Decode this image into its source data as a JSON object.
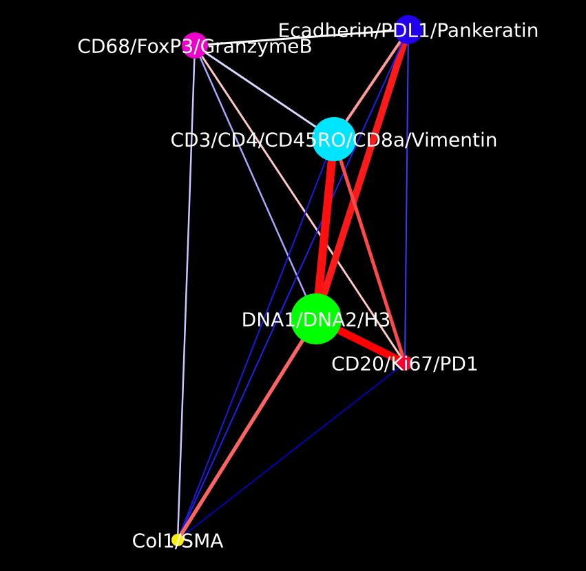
{
  "graph": {
    "background": "#000000",
    "label_color": "#ffffff",
    "nodes": [
      {
        "id": "ecad",
        "label": "Ecadherin/PDL1/Pankeratin",
        "color": "#2200ee"
      },
      {
        "id": "cd68",
        "label": "CD68/FoxP3/GranzymeB",
        "color": "#ee00cc"
      },
      {
        "id": "cd3",
        "label": "CD3/CD4/CD45RO/CD8a/Vimentin",
        "color": "#00e5ff"
      },
      {
        "id": "dna",
        "label": "DNA1/DNA2/H3",
        "color": "#00ff00"
      },
      {
        "id": "cd20",
        "label": "CD20/Ki67/PD1",
        "color": "#ff0033"
      },
      {
        "id": "col1",
        "label": "Col1/SMA",
        "color": "#ffee00"
      }
    ],
    "edges": [
      {
        "source": "cd68",
        "target": "ecad",
        "color": "#ffffff"
      },
      {
        "source": "cd68",
        "target": "cd3",
        "color": "#d8d8ff"
      },
      {
        "source": "cd68",
        "target": "dna",
        "color": "#a8a8ff"
      },
      {
        "source": "cd68",
        "target": "cd20",
        "color": "#ffc8c8"
      },
      {
        "source": "cd68",
        "target": "col1",
        "color": "#c8c8ff"
      },
      {
        "source": "ecad",
        "target": "cd3",
        "color": "#ff9a9a"
      },
      {
        "source": "ecad",
        "target": "dna",
        "color": "#ff1a1a"
      },
      {
        "source": "ecad",
        "target": "cd20",
        "color": "#3a3aff"
      },
      {
        "source": "ecad",
        "target": "col1",
        "color": "#2020ee"
      },
      {
        "source": "cd3",
        "target": "dna",
        "color": "#ff1010"
      },
      {
        "source": "cd3",
        "target": "cd20",
        "color": "#ff4a4a"
      },
      {
        "source": "cd3",
        "target": "col1",
        "color": "#1a1ae0"
      },
      {
        "source": "dna",
        "target": "cd20",
        "color": "#ff0000"
      },
      {
        "source": "dna",
        "target": "col1",
        "color": "#ff6464"
      },
      {
        "source": "cd20",
        "target": "col1",
        "color": "#0000ee"
      }
    ]
  }
}
